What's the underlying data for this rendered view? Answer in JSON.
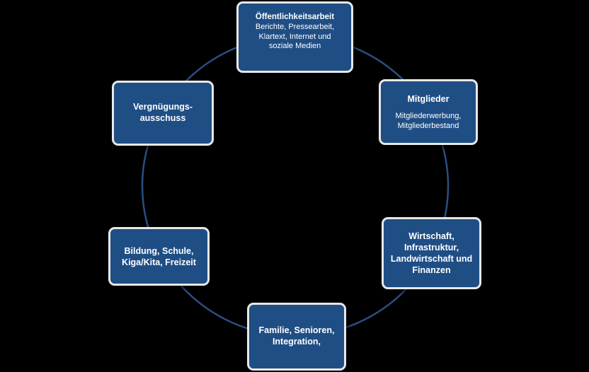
{
  "nodes": [
    {
      "id": "oeffentlichkeitsarbeit",
      "title": "Öffentlichkeitsarbeit",
      "subtitle": "Berichte, Pressearbeit,\nKlartext, Internet und\nsoziale Medien"
    },
    {
      "id": "mitglieder",
      "title": "Mitglieder",
      "subtitle": "Mitgliederwerbung,\nMitgliederbestand"
    },
    {
      "id": "wirtschaft",
      "title": "Wirtschaft,\nInfrastruktur,\nLandwirtschaft und\nFinanzen",
      "subtitle": ""
    },
    {
      "id": "familie",
      "title": "Familie, Senioren,\nIntegration,",
      "subtitle": ""
    },
    {
      "id": "bildung",
      "title": "Bildung, Schule,\nKiga/Kita, Freizeit",
      "subtitle": ""
    },
    {
      "id": "vergnuegung",
      "title": "Vergnügungs-\nausschuss",
      "subtitle": ""
    }
  ],
  "colors": {
    "box_fill": "#1f4e85",
    "box_border": "#e8e8e8",
    "ring": "#2a4f82",
    "background": "#000000"
  }
}
